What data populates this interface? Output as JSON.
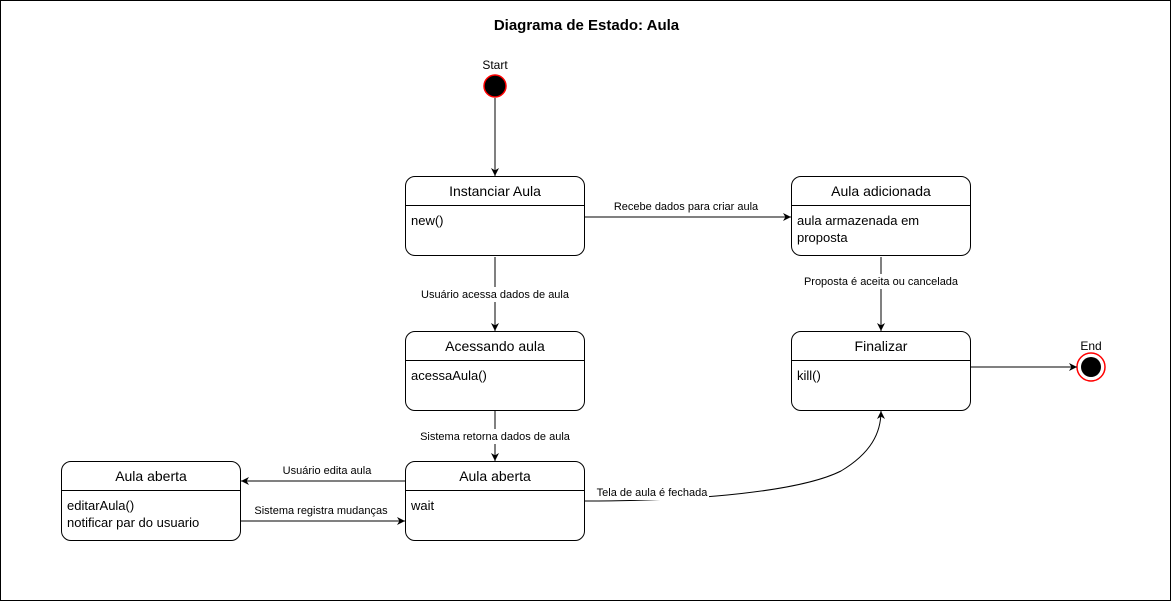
{
  "title": "Diagrama de Estado: Aula",
  "start": {
    "label": "Start"
  },
  "end": {
    "label": "End"
  },
  "colors": {
    "stroke": "#000000",
    "terminal_border": "#ff0000",
    "fill": "#ffffff"
  },
  "states": {
    "instanciar": {
      "name": "Instanciar Aula",
      "body": [
        "new()"
      ]
    },
    "adicionada": {
      "name": "Aula adicionada",
      "body": [
        "aula armazenada em",
        "proposta"
      ]
    },
    "acessando": {
      "name": "Acessando aula",
      "body": [
        "acessaAula()"
      ]
    },
    "finalizar": {
      "name": "Finalizar",
      "body": [
        "kill()"
      ]
    },
    "aberta_left": {
      "name": "Aula aberta",
      "body": [
        "editarAula()",
        "notificar par do usuario"
      ]
    },
    "aberta_center": {
      "name": "Aula aberta",
      "body": [
        "wait"
      ]
    }
  },
  "transitions": {
    "recebe": "Recebe dados para criar aula",
    "usuario_acessa": "Usuário acessa dados de aula",
    "proposta": "Proposta é aceita ou cancelada",
    "sistema_retorna": "Sistema retorna dados de aula",
    "usuario_edita": "Usuário edita aula",
    "sistema_registra": "Sistema registra mudanças",
    "tela_fechada": "Tela de aula é fechada"
  }
}
